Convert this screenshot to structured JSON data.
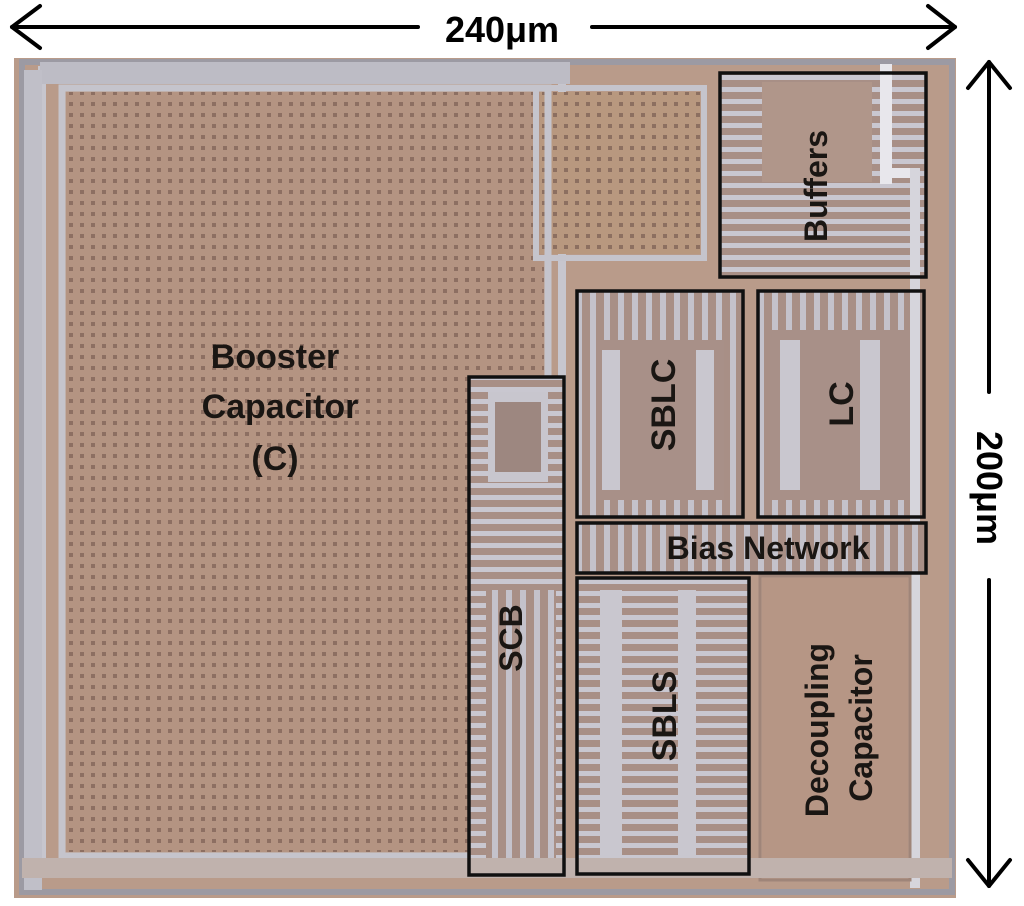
{
  "dimensions": {
    "width_label": "240μm",
    "height_label": "200μm"
  },
  "blocks": {
    "booster": [
      "Booster",
      "Capacitor",
      "(C)"
    ],
    "buffers": "Buffers",
    "sblc": "SBLC",
    "lc": "LC",
    "bias": "Bias Network",
    "scb": "SCB",
    "sbls": "SBLS",
    "decoupling": [
      "Decoupling",
      "Capacitor"
    ]
  },
  "colors": {
    "die_bg": "#b99b8a",
    "capacitor_dots": "#8d6f62",
    "metal_light": "#c6c5cd",
    "box_stroke": "#101010"
  }
}
